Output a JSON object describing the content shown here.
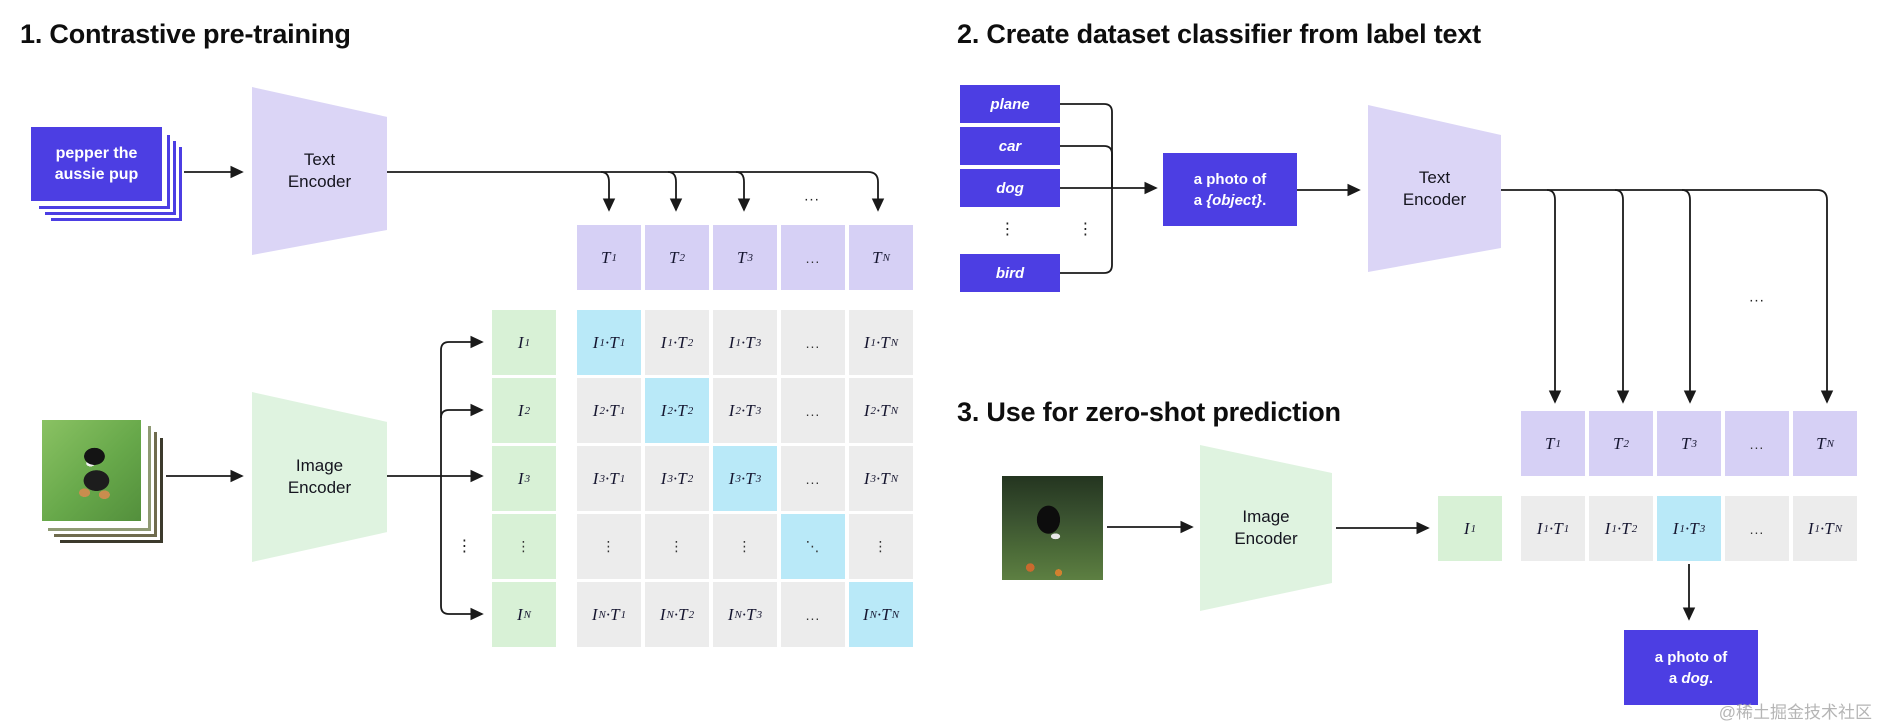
{
  "section1": {
    "title": "1. Contrastive pre-training",
    "input_text_box": {
      "line1": "pepper the",
      "line2": "aussie pup"
    },
    "text_encoder_label": "Text\nEncoder",
    "image_encoder_label": "Image\nEncoder",
    "ellipsis_h": "...",
    "ellipsis_v": "⋮",
    "matrix": {
      "text_header": [
        "T_1",
        "T_2",
        "T_3",
        "...",
        "T_N"
      ],
      "image_column": [
        "I_1",
        "I_2",
        "I_3",
        "⋮",
        "I_N"
      ],
      "rows": [
        [
          "I_1·T_1",
          "I_1·T_2",
          "I_1·T_3",
          "...",
          "I_1·T_N"
        ],
        [
          "I_2·T_1",
          "I_2·T_2",
          "I_2·T_3",
          "...",
          "I_2·T_N"
        ],
        [
          "I_3·T_1",
          "I_3·T_2",
          "I_3·T_3",
          "...",
          "I_3·T_N"
        ],
        [
          "⋮",
          "⋮",
          "⋮",
          "⋱",
          "⋮"
        ],
        [
          "I_N·T_1",
          "I_N·T_2",
          "I_N·T_3",
          "...",
          "I_N·T_N"
        ]
      ],
      "highlighted": "diagonal"
    }
  },
  "section2": {
    "title": "2. Create dataset classifier from label text",
    "labels": [
      "plane",
      "car",
      "dog",
      "bird"
    ],
    "dots_left": "⋮",
    "dots_right": "⋮",
    "prompt_box": {
      "line1": "a photo of",
      "line2_prefix": "a ",
      "line2_em": "{object}",
      "line2_suffix": "."
    },
    "text_encoder_label": "Text\nEncoder"
  },
  "section3": {
    "title": "3. Use for zero-shot prediction",
    "image_encoder_label": "Image\nEncoder",
    "image_embedding": "I_1",
    "ellipsis_h": "...",
    "text_header": [
      "T_1",
      "T_2",
      "T_3",
      "...",
      "T_N"
    ],
    "score_row": [
      "I_1·T_1",
      "I_1·T_2",
      "I_1·T_3",
      "...",
      "I_1·T_N"
    ],
    "highlighted_index": 2,
    "result_box": {
      "line1": "a photo of",
      "line2_prefix": "a ",
      "line2_em": "dog",
      "line2_suffix": "."
    }
  },
  "watermark": "@稀土掘金技术社区",
  "colors": {
    "accent_purple": "#4C3EE3",
    "lavender": "#DBD5F6",
    "light_green": "#DFF3E0",
    "highlight_cyan": "#B9E9F8",
    "cell_gray": "#ECECEC"
  }
}
